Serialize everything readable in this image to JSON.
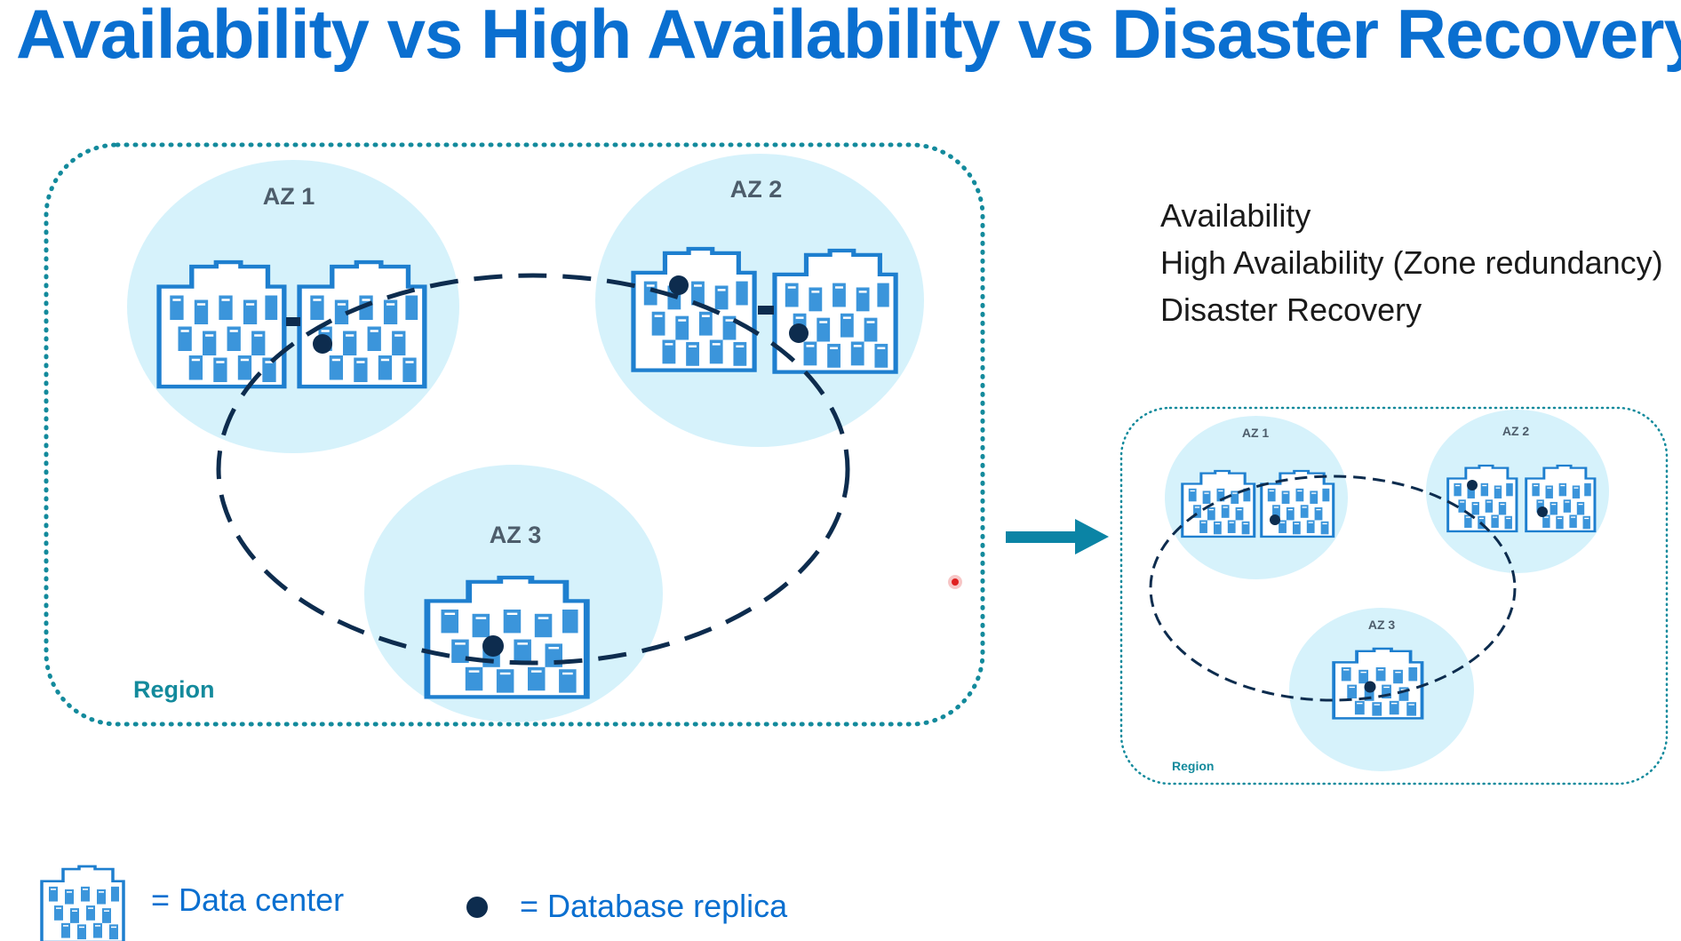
{
  "title": "Availability vs High Availability vs Disaster Recovery",
  "options": [
    "Availability",
    "High Availability (Zone redundancy)",
    "Disaster Recovery"
  ],
  "region_label": "Region",
  "zones": [
    "AZ 1",
    "AZ 2",
    "AZ 3"
  ],
  "legend": {
    "datacenter": "= Data center",
    "replica": "= Database replica"
  },
  "colors": {
    "title": "#0a6fd0",
    "zone_fill": "#d6f2fb",
    "region_border": "#138a9c",
    "datacenter": "#1e7fcf",
    "replica": "#0d2c4e",
    "arrow": "#0b84a5"
  },
  "icons": [
    "datacenter-icon",
    "replica-dot-icon",
    "arrow-right-icon"
  ]
}
